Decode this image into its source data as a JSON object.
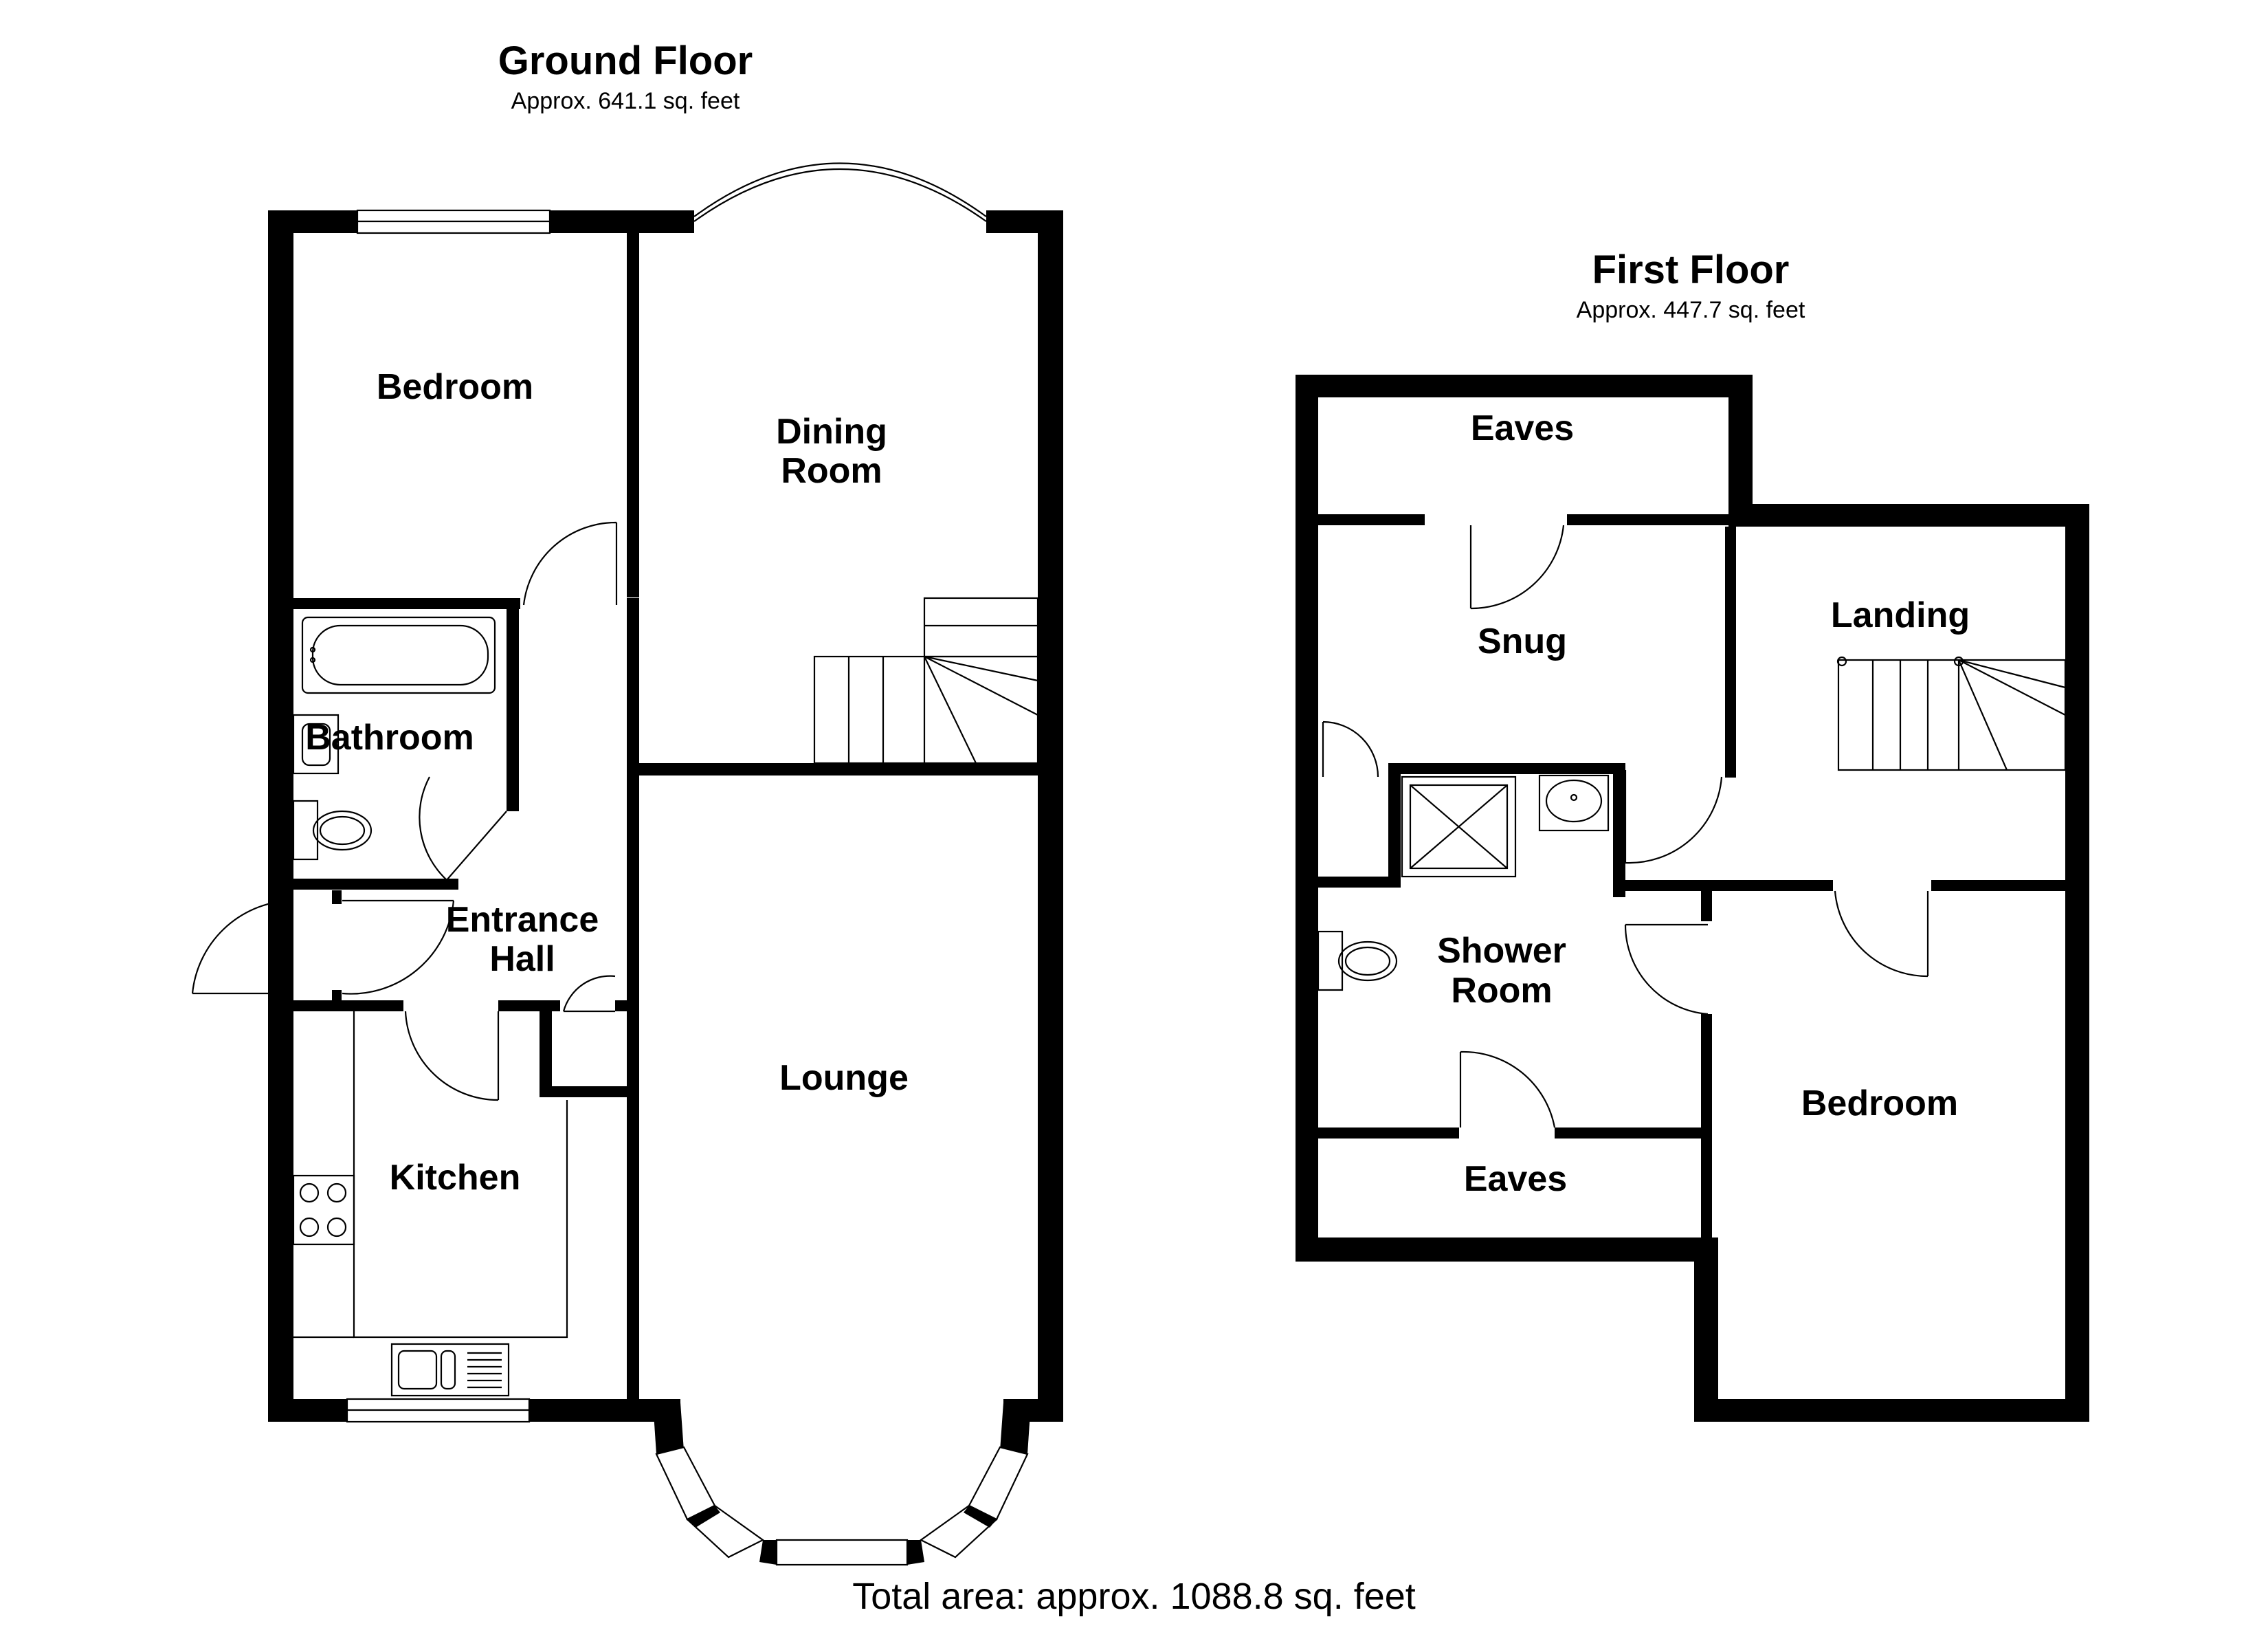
{
  "ground_floor": {
    "title": "Ground Floor",
    "area": "Approx. 641.1 sq. feet",
    "rooms": {
      "bedroom": "Bedroom",
      "dining_room_line1": "Dining",
      "dining_room_line2": "Room",
      "bathroom": "Bathroom",
      "entrance_hall_line1": "Entrance",
      "entrance_hall_line2": "Hall",
      "kitchen": "Kitchen",
      "lounge": "Lounge"
    }
  },
  "first_floor": {
    "title": "First Floor",
    "area": "Approx. 447.7 sq. feet",
    "rooms": {
      "eaves_top": "Eaves",
      "snug": "Snug",
      "landing": "Landing",
      "shower_room_line1": "Shower",
      "shower_room_line2": "Room",
      "eaves_bottom": "Eaves",
      "bedroom": "Bedroom"
    }
  },
  "total_area": "Total area: approx. 1088.8 sq. feet",
  "colors": {
    "wall": "#000000",
    "background": "#ffffff"
  }
}
